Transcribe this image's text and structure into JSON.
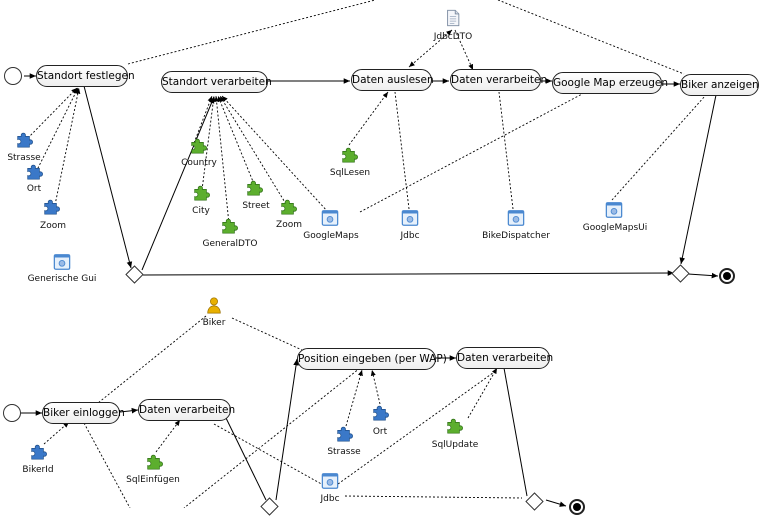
{
  "diagram_top": {
    "activities": {
      "standort_festlegen": "Standort festlegen",
      "standort_verarbeiten": "Standort verarbeiten",
      "daten_auslesen": "Daten auslesen",
      "daten_verarbeiten": "Daten verarbeiten",
      "google_map_erzeugen": "Google Map erzeugen",
      "biker_anzeigen": "Biker anzeigen"
    },
    "objects": {
      "strasse": "Strasse",
      "ort": "Ort",
      "zoom1": "Zoom",
      "generische_gui": "Generische Gui",
      "country": "Country",
      "city": "City",
      "general_dto": "GeneralDTO",
      "street": "Street",
      "zoom2": "Zoom",
      "google_maps": "GoogleMaps",
      "sql_lesen": "SqlLesen",
      "jdbc": "Jdbc",
      "jdbc_dto": "JdbcDTO",
      "bike_dispatcher": "BikeDispatcher",
      "google_maps_ui": "GoogleMapsUi"
    }
  },
  "diagram_bottom": {
    "activities": {
      "biker_einloggen": "Biker einloggen",
      "daten_verarbeiten_1": "Daten verarbeiten",
      "position_eingeben": "Position eingeben (per WAP)",
      "daten_verarbeiten_2": "Daten verarbeiten"
    },
    "objects": {
      "biker": "Biker",
      "biker_id": "BikerId",
      "sql_einfuegen": "SqlEinfügen",
      "strasse": "Strasse",
      "ort": "Ort",
      "sql_update": "SqlUpdate",
      "jdbc": "Jdbc"
    }
  },
  "icon_colors": {
    "param_blue": "#3a78c8",
    "param_green": "#5cae2e",
    "component_blue": "#4a88d0",
    "actor_yellow": "#e8b000"
  }
}
